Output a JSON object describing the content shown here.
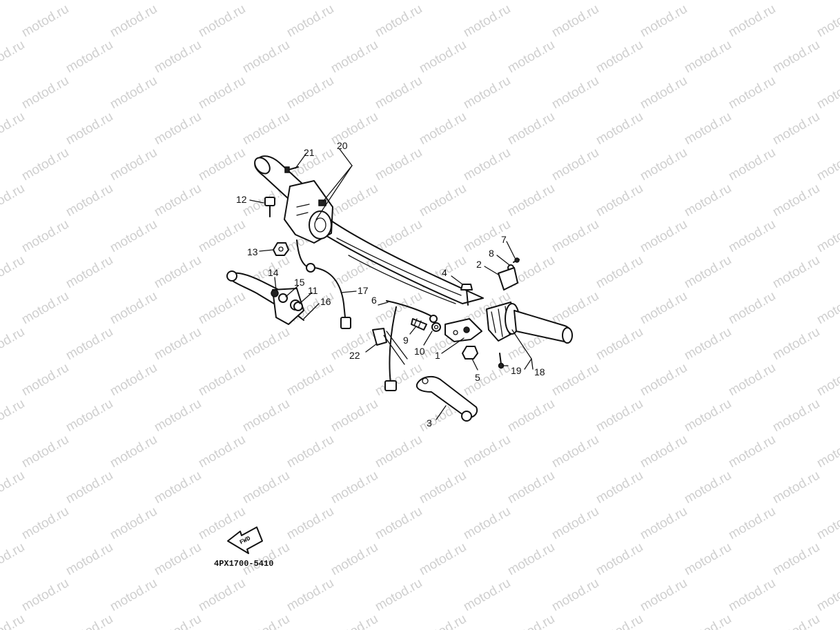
{
  "watermark": {
    "text": "motod.ru"
  },
  "callouts": [
    {
      "id": "1",
      "label": "1"
    },
    {
      "id": "2",
      "label": "2"
    },
    {
      "id": "3",
      "label": "3"
    },
    {
      "id": "4",
      "label": "4"
    },
    {
      "id": "5",
      "label": "5"
    },
    {
      "id": "6",
      "label": "6"
    },
    {
      "id": "7",
      "label": "7"
    },
    {
      "id": "8",
      "label": "8"
    },
    {
      "id": "9",
      "label": "9"
    },
    {
      "id": "10",
      "label": "10"
    },
    {
      "id": "11",
      "label": "11"
    },
    {
      "id": "12",
      "label": "12"
    },
    {
      "id": "13",
      "label": "13"
    },
    {
      "id": "14",
      "label": "14"
    },
    {
      "id": "15",
      "label": "15"
    },
    {
      "id": "16",
      "label": "16"
    },
    {
      "id": "17",
      "label": "17"
    },
    {
      "id": "18",
      "label": "18"
    },
    {
      "id": "19",
      "label": "19"
    },
    {
      "id": "20",
      "label": "20"
    },
    {
      "id": "21",
      "label": "21"
    },
    {
      "id": "22",
      "label": "22"
    }
  ],
  "direction_badge": {
    "text": "FWD"
  },
  "diagram_code": "4PX1700-5410"
}
